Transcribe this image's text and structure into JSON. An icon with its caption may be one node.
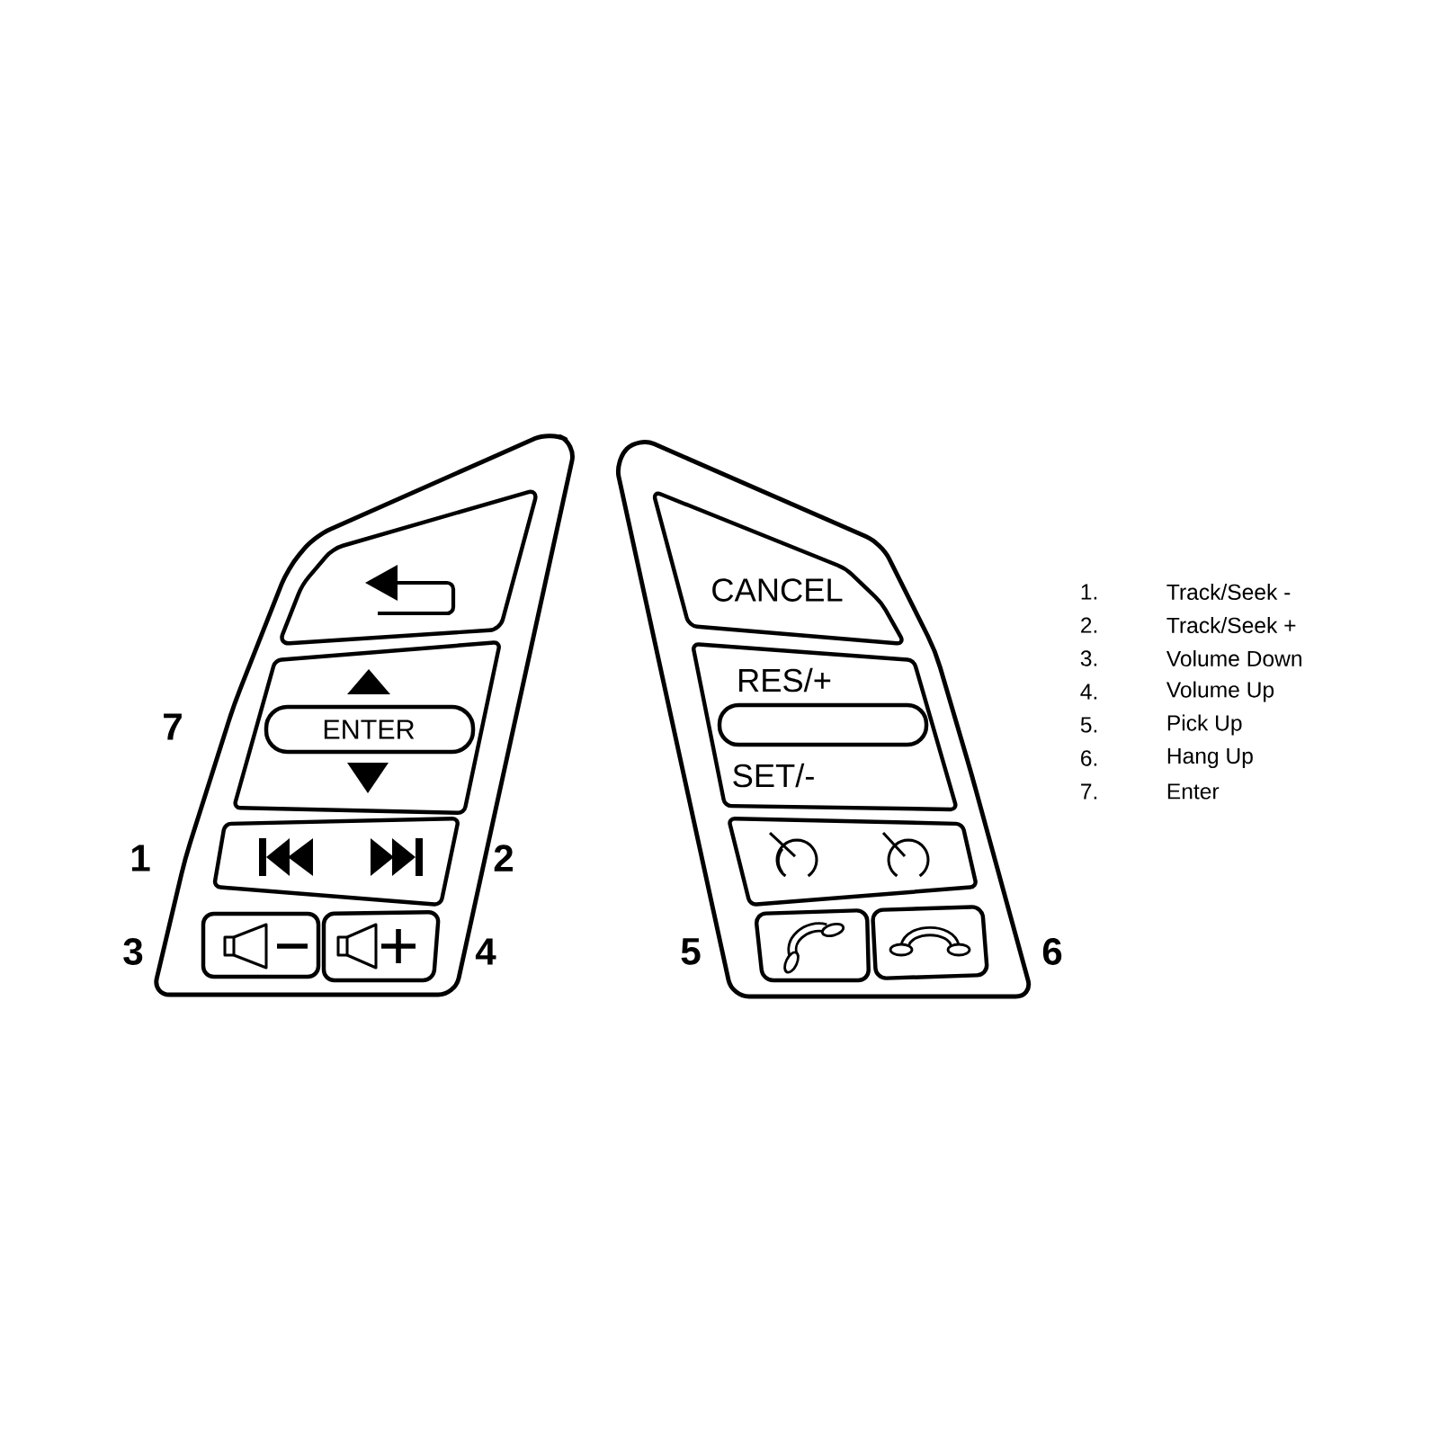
{
  "diagram": {
    "nodes": [
      {
        "text": [],
        "shape": "box"
      },
      {
        "text": [],
        "shape": "box",
        "in": 0
      },
      {
        "text": [],
        "shape": "box",
        "in": 0
      },
      {
        "text": [
          "ENTER"
        ],
        "in": 2
      },
      {
        "text": [],
        "shape": "box",
        "in": 0
      },
      {
        "text": [],
        "shape": "box",
        "in": 0
      },
      {
        "text": [],
        "shape": "box",
        "in": 0
      },
      {
        "text": [],
        "shape": "box"
      },
      {
        "text": [
          "CANCEL"
        ],
        "in": 7
      },
      {
        "text": [
          "RES/+",
          "SET/-"
        ],
        "in": 7
      },
      {
        "text": [],
        "shape": "box",
        "in": 9
      },
      {
        "text": [],
        "shape": "box",
        "in": 7
      },
      {
        "text": [],
        "shape": "box",
        "in": 7
      },
      {
        "text": [],
        "shape": "box",
        "in": 7
      }
    ],
    "labels": [
      "7",
      "1",
      "2",
      "3",
      "4",
      "5",
      "6",
      "1.",
      "Track/Seek -",
      "2.",
      "Track/Seek +",
      "3.",
      "Volume Down",
      "4.",
      "Volume Up",
      "5.",
      "Pick Up",
      "6.",
      "Hang Up",
      "7.",
      "Enter"
    ]
  }
}
